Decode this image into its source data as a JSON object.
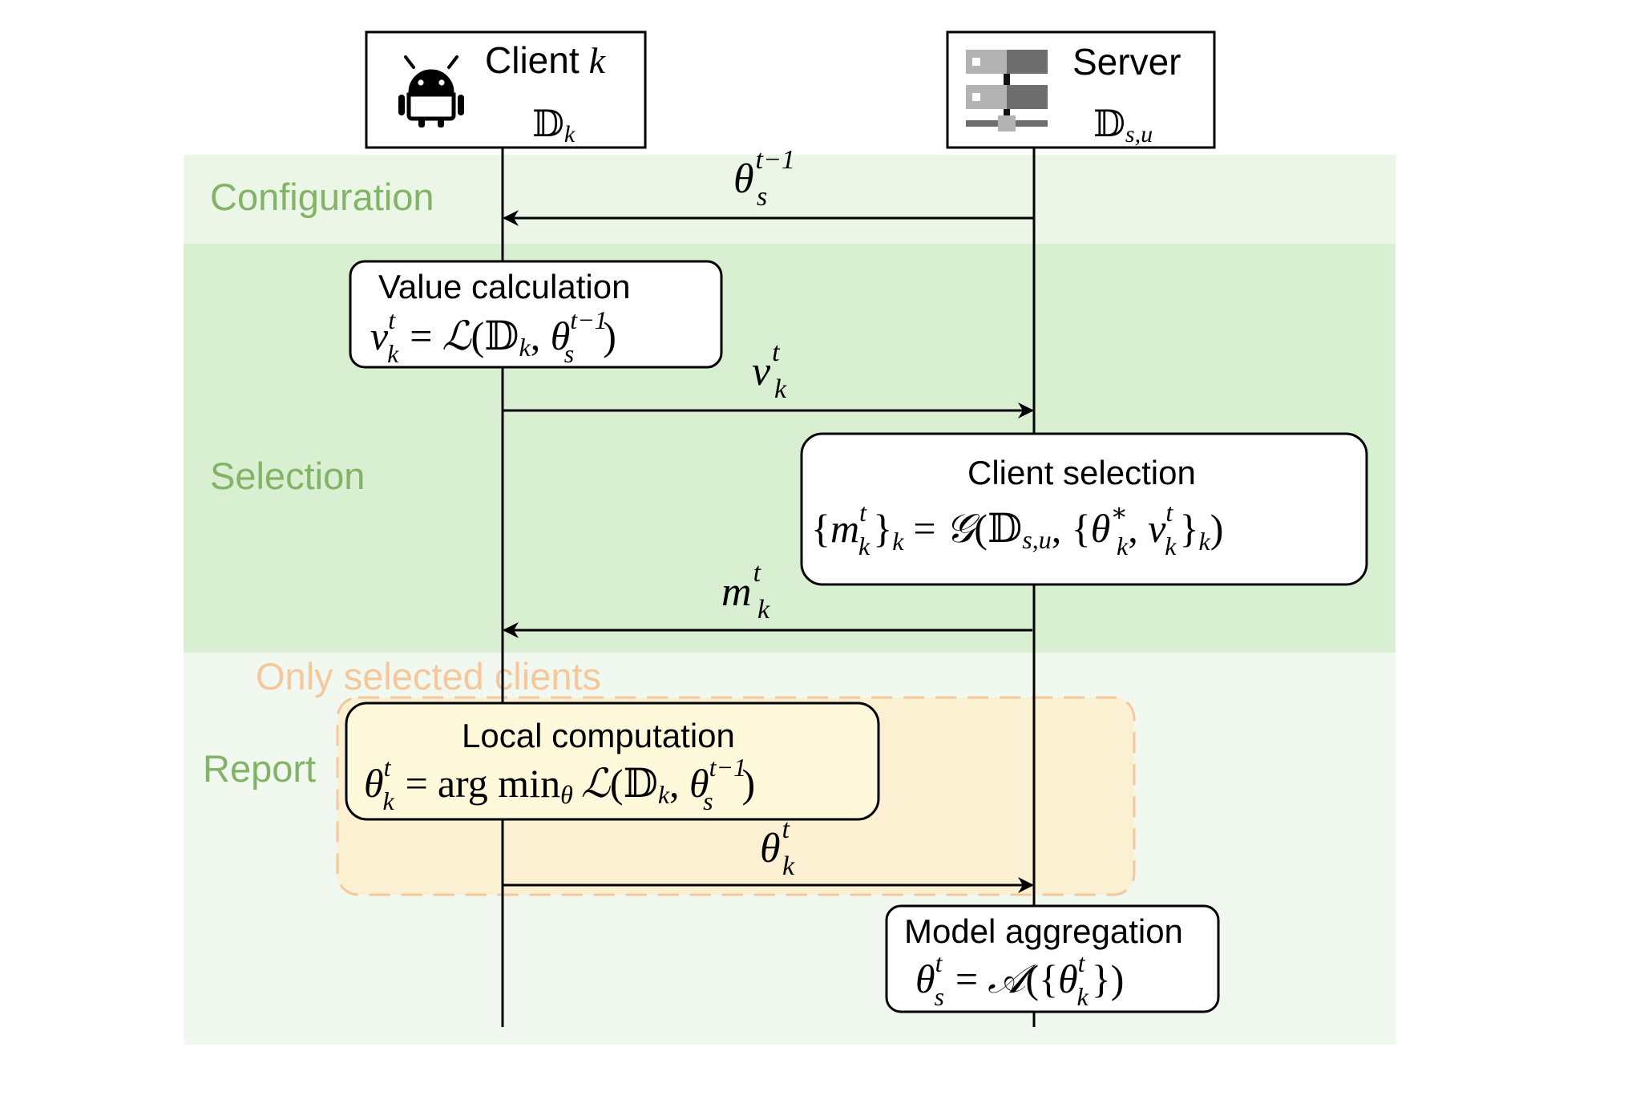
{
  "phases": {
    "configuration": "Configuration",
    "selection": "Selection",
    "report": "Report"
  },
  "actors": {
    "client": {
      "title_word": "Client",
      "title_var": "k",
      "dataset_sym": "𝔻",
      "dataset_sub": "k",
      "icon": "android-robot-icon"
    },
    "server": {
      "title_word": "Server",
      "dataset_sym": "𝔻",
      "dataset_sub": "s,u",
      "icon": "server-rack-icon"
    }
  },
  "messages": {
    "model_broadcast": {
      "base": "θ",
      "sub": "s",
      "sup": "t−1"
    },
    "value_upload": {
      "base": "v",
      "sub": "k",
      "sup": "t"
    },
    "mask_send": {
      "base": "m",
      "sub": "k",
      "sup": "t"
    },
    "model_upload": {
      "base": "θ",
      "sub": "k",
      "sup": "t"
    }
  },
  "boxes": {
    "value_calculation": {
      "title": "Value calculation",
      "formula_text": "v_k^t = L(D_k, θ_s^{t−1})"
    },
    "client_selection": {
      "title": "Client selection",
      "formula_text": "{m_k^t}_k = G(D_{s,u}, {θ_k^*, v_k^t}_k)"
    },
    "local_computation": {
      "title": "Local computation",
      "formula_text": "θ_k^t = arg min_θ L(D_k, θ_s^{t−1})"
    },
    "model_aggregation": {
      "title": "Model aggregation",
      "formula_text": "θ_s^t = A({θ_k^t})"
    }
  },
  "group": {
    "label": "Only selected clients"
  },
  "colors": {
    "configuration_bg": "#ebf6e6",
    "selection_bg": "#d9efd2",
    "report_bg": "#f1f8ef",
    "phase_label": "#82b366",
    "group_fill": "#fdf0cc",
    "group_stroke": "#f5c79b",
    "group_label": "#f5c79b"
  }
}
